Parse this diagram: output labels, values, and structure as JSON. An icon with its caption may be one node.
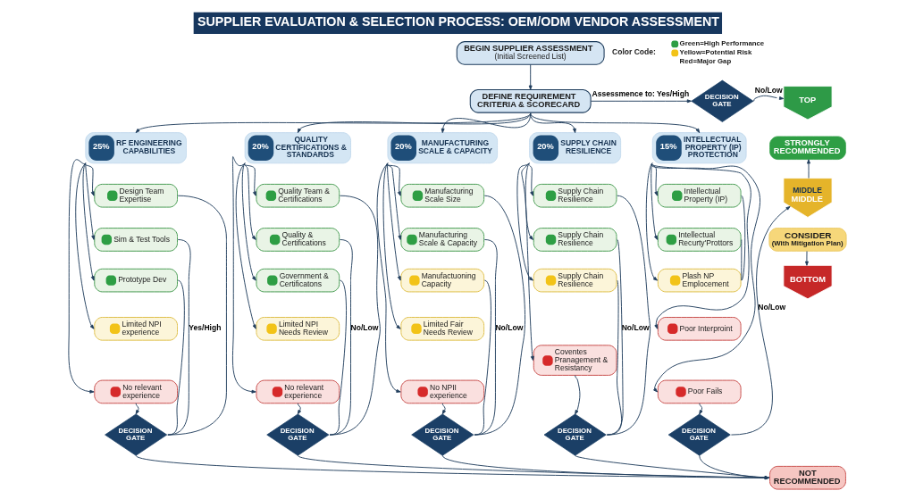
{
  "diagram": {
    "title": "SUPPLIER EVALUATION & SELECTION PROCESS: OEM/ODM VENDOR ASSESSMENT",
    "nodes": [
      {
        "text": [
          "BEGIN SUPPLIER ASSESSMENT",
          "(Initial Screened List)"
        ]
      },
      {
        "text": [
          "DEFINE REQUIREMENT CRITERIA & SCORECARD"
        ]
      },
      {
        "text": [
          "DECISION GATE"
        ]
      },
      {
        "text": [
          "TOP"
        ]
      },
      {
        "text": [
          "STRONGLY RECOMMENDED"
        ]
      },
      {
        "text": [
          "25%",
          "RF ENGINEERING CAPABILITIES"
        ]
      },
      {
        "text": [
          "Design Team Expertise"
        ]
      },
      {
        "text": [
          "Sim & Test Tools"
        ]
      },
      {
        "text": [
          "Prototype Dev"
        ]
      },
      {
        "text": [
          "Limited NPI experience"
        ]
      },
      {
        "text": [
          "No relevant experience"
        ]
      },
      {
        "text": [
          "DECISION GATE"
        ]
      },
      {
        "text": [
          "20%",
          "QUALITY CERTIFICATIONS & STANDARDS"
        ]
      },
      {
        "text": [
          "Quality Team & Certifications"
        ]
      },
      {
        "text": [
          "Quality & Certifications"
        ]
      },
      {
        "text": [
          "Government & Certificatons"
        ]
      },
      {
        "text": [
          "Limited NPI Needs Review"
        ]
      },
      {
        "text": [
          "No relevant experience"
        ]
      },
      {
        "text": [
          "DECISION GATE"
        ]
      },
      {
        "text": [
          "20%",
          "MANUFACTURING SCALE & CAPACITY"
        ]
      },
      {
        "text": [
          "Manufacturing Scale Size"
        ]
      },
      {
        "text": [
          "Manufacturing Scale & Capacity"
        ]
      },
      {
        "text": [
          "Manufactuoning Capacity"
        ]
      },
      {
        "text": [
          "Limited Fair Needs Review"
        ]
      },
      {
        "text": [
          "No NPII experience"
        ]
      },
      {
        "text": [
          "DECISION GATE"
        ]
      },
      {
        "text": [
          "20%",
          "SUPPLY CHAIN RESILIENCE"
        ]
      },
      {
        "text": [
          "Supply Chain Resilience"
        ]
      },
      {
        "text": [
          "Supply Chain Resilience"
        ]
      },
      {
        "text": [
          "Supply Chain Resilience"
        ]
      },
      {
        "text": [
          "Coventes Pranagement & Resistancy"
        ]
      },
      {
        "text": [
          "DECISION GATE"
        ]
      },
      {
        "text": [
          "15%",
          "INTELLECTUAL PROPERTY (IP) PROTECTION"
        ]
      },
      {
        "text": [
          "Intellectual Property (IP)"
        ]
      },
      {
        "text": [
          "Intellectual Recurty'Prottors"
        ]
      },
      {
        "text": [
          "Plash NP Emplocement"
        ]
      },
      {
        "text": [
          "Poor Interproint"
        ]
      },
      {
        "text": [
          "Poor Fails"
        ]
      },
      {
        "text": [
          "DECISION GATE"
        ]
      },
      {
        "text": [
          "MIDDLE",
          "MIDDLE"
        ]
      },
      {
        "text": [
          "CONSIDER",
          "(With Mitigation Plan)"
        ]
      },
      {
        "text": [
          "BOTTOM"
        ]
      },
      {
        "text": [
          "NOT RECOMMENDED"
        ]
      }
    ],
    "edges": [
      {
        "from": 0,
        "to": 1,
        "arrow": "to"
      },
      {
        "from": 1,
        "to": 2,
        "arrow": "to",
        "label": "Assessmence to: Yes/High"
      },
      {
        "from": 2,
        "to": 3,
        "arrow": "to",
        "label": "No/Low"
      },
      {
        "from": 1,
        "to": 5,
        "arrow": "to"
      },
      {
        "from": 1,
        "to": 12,
        "arrow": "to"
      },
      {
        "from": 1,
        "to": 19,
        "arrow": "to"
      },
      {
        "from": 1,
        "to": 26,
        "arrow": "to"
      },
      {
        "from": 1,
        "to": 32,
        "arrow": "to"
      },
      {
        "from": 5,
        "to": 6,
        "arrow": "to"
      },
      {
        "from": 5,
        "to": 7,
        "arrow": "to"
      },
      {
        "from": 5,
        "to": 8,
        "arrow": "to"
      },
      {
        "from": 5,
        "to": 9,
        "arrow": "to"
      },
      {
        "from": 5,
        "to": 10,
        "arrow": "to"
      },
      {
        "from": 6,
        "to": 11,
        "arrow": "none"
      },
      {
        "from": 7,
        "to": 11,
        "arrow": "none",
        "label": "Yes/High"
      },
      {
        "from": 8,
        "to": 11,
        "arrow": "none"
      },
      {
        "from": 10,
        "to": 11,
        "arrow": "to"
      },
      {
        "from": 12,
        "to": 13,
        "arrow": "to"
      },
      {
        "from": 12,
        "to": 14,
        "arrow": "to"
      },
      {
        "from": 12,
        "to": 15,
        "arrow": "to"
      },
      {
        "from": 12,
        "to": 16,
        "arrow": "to"
      },
      {
        "from": 12,
        "to": 17,
        "arrow": "to"
      },
      {
        "from": 13,
        "to": 18,
        "arrow": "none"
      },
      {
        "from": 14,
        "to": 18,
        "arrow": "none",
        "label": "No/Low"
      },
      {
        "from": 15,
        "to": 18,
        "arrow": "none"
      },
      {
        "from": 17,
        "to": 18,
        "arrow": "to"
      },
      {
        "from": 19,
        "to": 20,
        "arrow": "to"
      },
      {
        "from": 19,
        "to": 21,
        "arrow": "to"
      },
      {
        "from": 19,
        "to": 22,
        "arrow": "to"
      },
      {
        "from": 19,
        "to": 23,
        "arrow": "to"
      },
      {
        "from": 19,
        "to": 24,
        "arrow": "to"
      },
      {
        "from": 20,
        "to": 25,
        "arrow": "none"
      },
      {
        "from": 21,
        "to": 25,
        "arrow": "none",
        "label": "No/Low"
      },
      {
        "from": 22,
        "to": 25,
        "arrow": "none"
      },
      {
        "from": 24,
        "to": 25,
        "arrow": "to"
      },
      {
        "from": 26,
        "to": 27,
        "arrow": "to"
      },
      {
        "from": 26,
        "to": 28,
        "arrow": "to"
      },
      {
        "from": 26,
        "to": 29,
        "arrow": "to"
      },
      {
        "from": 26,
        "to": 30,
        "arrow": "to"
      },
      {
        "from": 27,
        "to": 31,
        "arrow": "none"
      },
      {
        "from": 28,
        "to": 31,
        "arrow": "none",
        "label": "No/Low"
      },
      {
        "from": 29,
        "to": 31,
        "arrow": "none"
      },
      {
        "from": 30,
        "to": 31,
        "arrow": "to"
      },
      {
        "from": 32,
        "to": 33,
        "arrow": "to"
      },
      {
        "from": 32,
        "to": 34,
        "arrow": "to"
      },
      {
        "from": 32,
        "to": 35,
        "arrow": "to"
      },
      {
        "from": 32,
        "to": 36,
        "arrow": "to"
      },
      {
        "from": 32,
        "to": 37,
        "arrow": "to"
      },
      {
        "from": 33,
        "to": 35,
        "arrow": "none"
      },
      {
        "from": 34,
        "to": 35,
        "arrow": "none"
      },
      {
        "from": 37,
        "to": 38,
        "arrow": "to"
      },
      {
        "from": 38,
        "to": 39,
        "arrow": "to",
        "label": "No/Low"
      },
      {
        "from": 39,
        "to": 4,
        "arrow": "to"
      },
      {
        "from": 40,
        "to": 41,
        "arrow": "to"
      },
      {
        "from": 11,
        "to": 42,
        "arrow": "to"
      },
      {
        "from": 18,
        "to": 42,
        "arrow": "to"
      },
      {
        "from": 25,
        "to": 42,
        "arrow": "to"
      },
      {
        "from": 31,
        "to": 42,
        "arrow": "to"
      },
      {
        "from": 38,
        "to": 42,
        "arrow": "to"
      }
    ],
    "labels": [
      "Color Code:"
    ],
    "legend": [
      {
        "text": "Green=High Performance",
        "color": "#2e9e44"
      },
      {
        "text": "Yellow=Potential Risk",
        "color": "#f2c318"
      },
      {
        "text": "Red=Major Gap"
      }
    ]
  }
}
